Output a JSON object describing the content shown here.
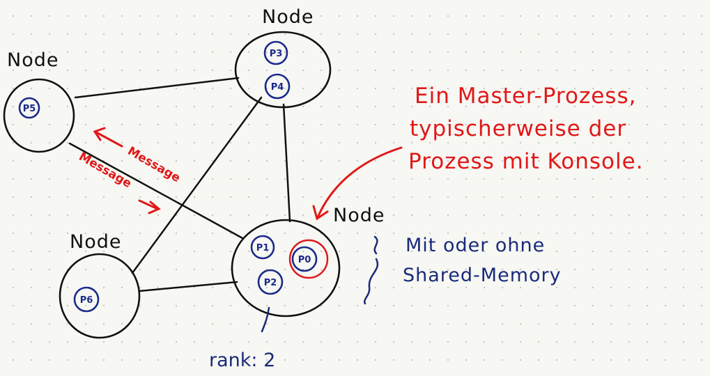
{
  "nodes": [
    {
      "label": "Node",
      "processes": [
        "P5"
      ]
    },
    {
      "label": "Node",
      "processes": [
        "P3",
        "P4"
      ]
    },
    {
      "label": "Node",
      "processes": [
        "P6"
      ]
    },
    {
      "label": "Node",
      "processes": [
        "P1",
        "P0",
        "P2"
      ]
    }
  ],
  "messages": [
    "Message",
    "Message"
  ],
  "master_annotation": {
    "lines": [
      "Ein Master-Prozess,",
      "typischerweise der",
      "Prozess mit Konsole."
    ],
    "color": "#e01818"
  },
  "memory_annotation": {
    "lines": [
      "Mit oder ohne",
      "Shared-Memory"
    ],
    "color": "#1a2a7a"
  },
  "rank_label": "rank: 2",
  "colors": {
    "ink": "#111111",
    "process": "#1a2a8a",
    "accent": "#e01818"
  }
}
